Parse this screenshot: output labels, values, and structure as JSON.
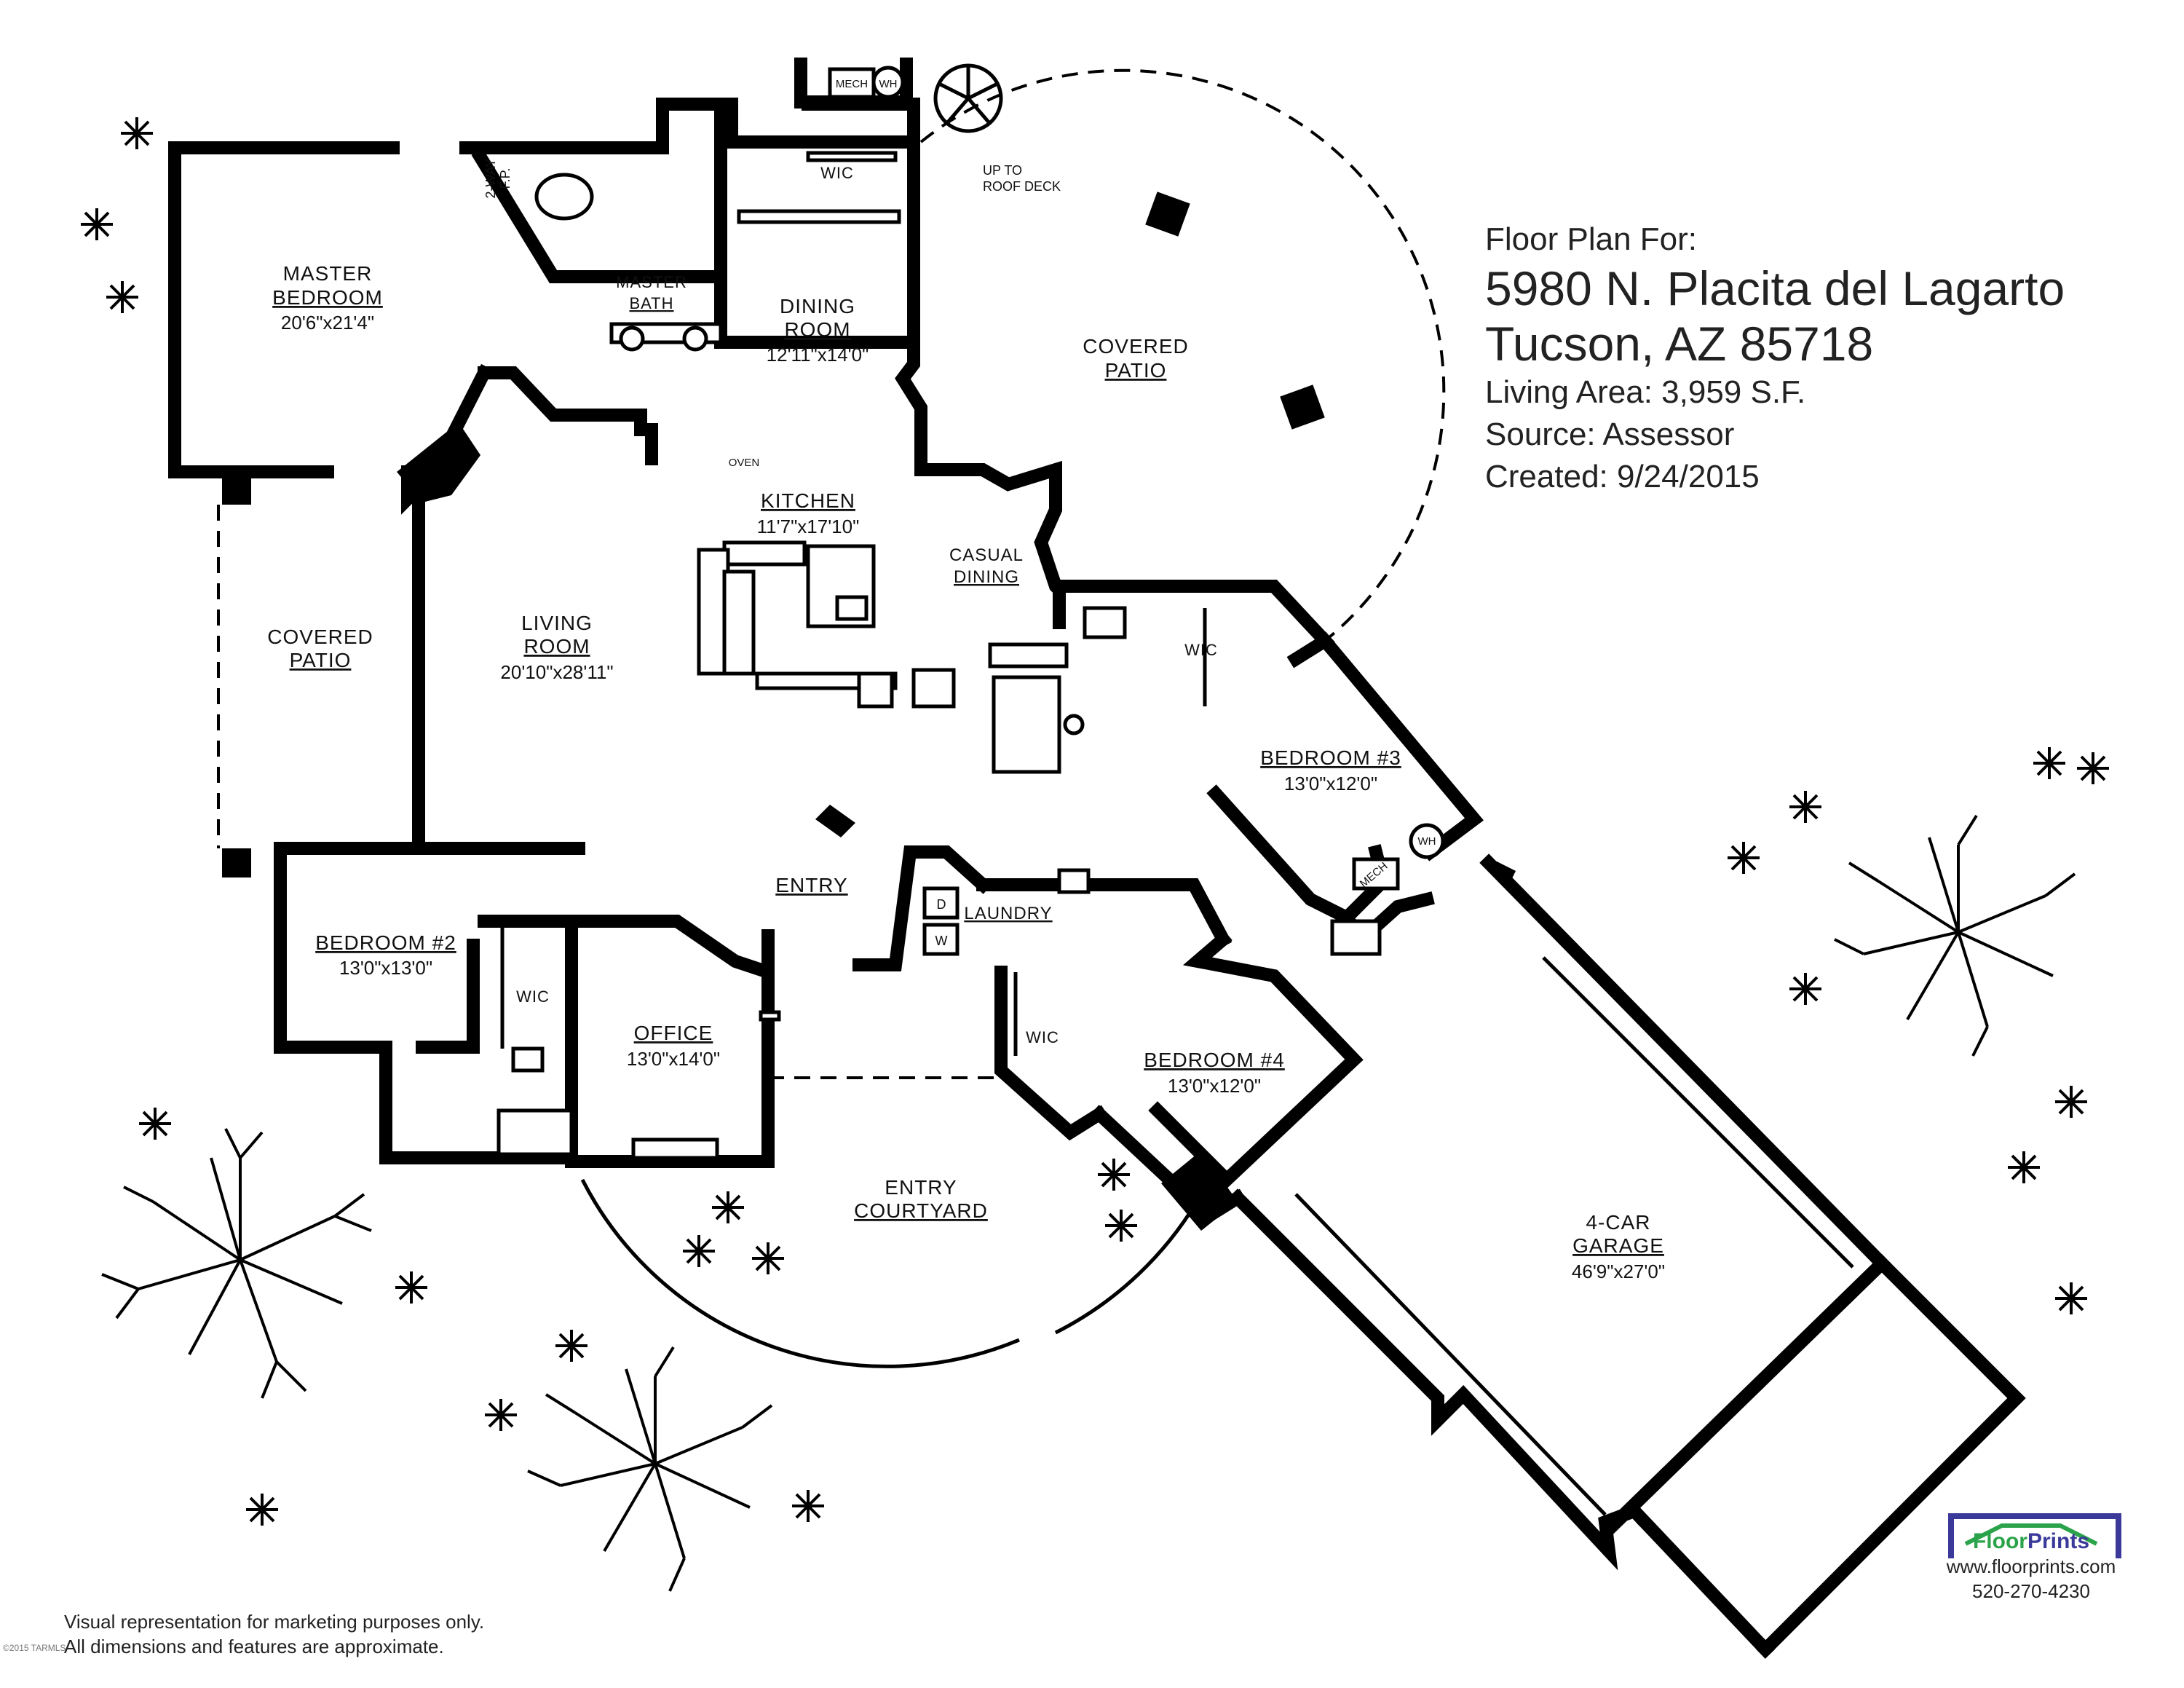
{
  "title": {
    "heading": "Floor Plan For:",
    "address_line1": "5980 N. Placita del Lagarto",
    "address_line2": "Tucson, AZ 85718",
    "living_area": "Living Area:  3,959 S.F.",
    "source": "Source: Assessor",
    "created": "Created: 9/24/2015"
  },
  "rooms": {
    "master_bedroom": {
      "name1": "MASTER",
      "name2": "BEDROOM",
      "dim": "20'6\"x21'4\""
    },
    "master_bath": {
      "name1": "MASTER",
      "name2": "BATH"
    },
    "two_way_fp": {
      "name1": "2-WAY",
      "name2": "F.P."
    },
    "wic_master": {
      "name": "WIC"
    },
    "mech_top": {
      "name": "MECH"
    },
    "wh_top": {
      "name": "WH"
    },
    "roof_deck": {
      "name1": "UP TO",
      "name2": "ROOF DECK"
    },
    "dining_room": {
      "name1": "DINING",
      "name2": "ROOM",
      "dim": "12'11\"x14'0\""
    },
    "covered_patio_right": {
      "name1": "COVERED",
      "name2": "PATIO"
    },
    "kitchen": {
      "name": "KITCHEN",
      "dim": "11'7\"x17'10\"",
      "oven": "OVEN"
    },
    "casual_dining": {
      "name1": "CASUAL",
      "name2": "DINING"
    },
    "covered_patio_left": {
      "name1": "COVERED",
      "name2": "PATIO"
    },
    "living_room": {
      "name1": "LIVING",
      "name2": "ROOM",
      "dim": "20'10\"x28'11\""
    },
    "wic_bed3": {
      "name": "WIC"
    },
    "bedroom3": {
      "name": "BEDROOM #3",
      "dim": "13'0\"x12'0\""
    },
    "mech_mid": {
      "name": "MECH"
    },
    "wh_mid": {
      "name": "WH"
    },
    "entry": {
      "name": "ENTRY"
    },
    "laundry": {
      "name": "LAUNDRY",
      "d": "D",
      "w": "W"
    },
    "bedroom2": {
      "name": "BEDROOM #2",
      "dim": "13'0\"x13'0\""
    },
    "wic_bed2": {
      "name": "WIC"
    },
    "office": {
      "name": "OFFICE",
      "dim": "13'0\"x14'0\""
    },
    "wic_bed4": {
      "name": "WIC"
    },
    "bedroom4": {
      "name": "BEDROOM #4",
      "dim": "13'0\"x12'0\""
    },
    "entry_courtyard": {
      "name1": "ENTRY",
      "name2": "COURTYARD"
    },
    "garage": {
      "name1": "4-CAR",
      "name2": "GARAGE",
      "dim": "46'9\"x27'0\""
    }
  },
  "footer": {
    "disclaimer1": "Visual representation for marketing purposes only.",
    "disclaimer2": "All dimensions and features are approximate.",
    "brand_part1": "Floor",
    "brand_part2": "Prints",
    "website": "www.floorprints.com",
    "phone": "520-270-4230",
    "copyright": "©2015 TARMLS"
  },
  "colors": {
    "brand_green": "#2aa34a",
    "brand_blue": "#3b3a9b"
  },
  "icons": [
    "tree-icon",
    "shrub-icon",
    "floorprints-logo-icon",
    "spiral-stair-icon"
  ]
}
